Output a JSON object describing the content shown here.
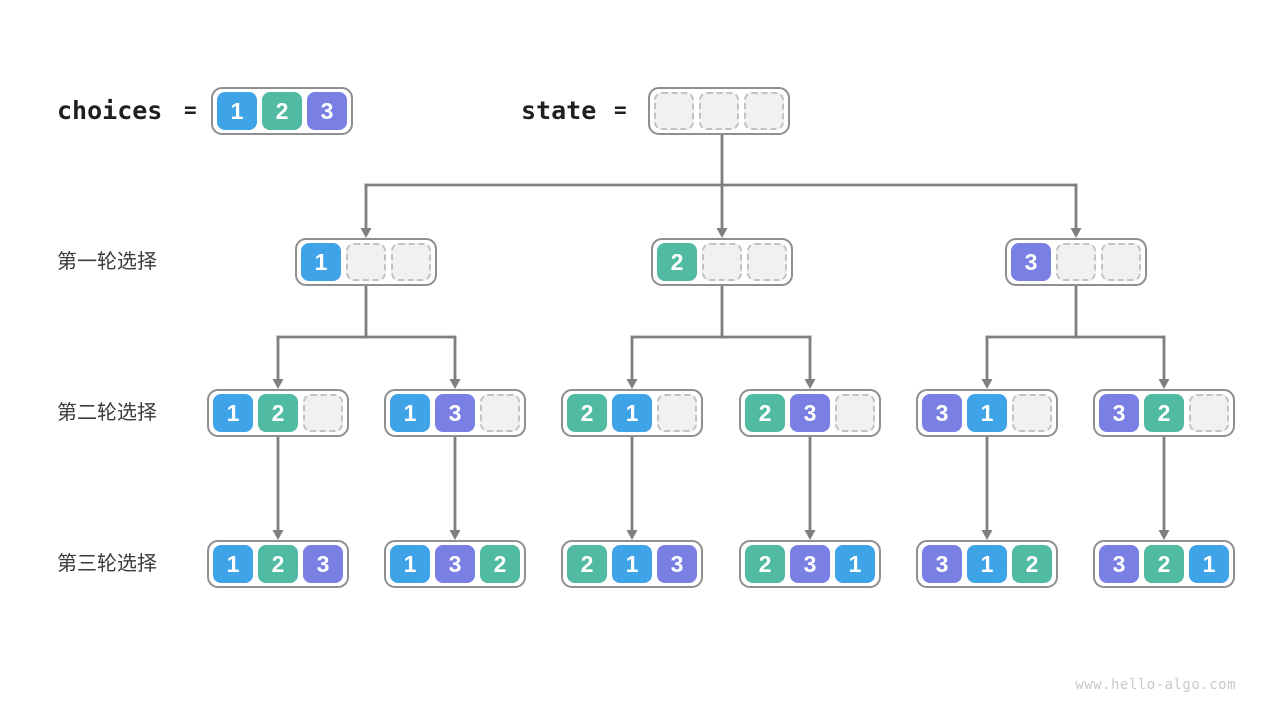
{
  "header": {
    "choices_label": "choices",
    "state_label": "state",
    "equals": "=",
    "choices_cells": [
      1,
      2,
      3
    ],
    "state_cells": [
      null,
      null,
      null
    ]
  },
  "rows": [
    {
      "label": "第一轮选择",
      "nodes": [
        [
          1,
          null,
          null
        ],
        [
          2,
          null,
          null
        ],
        [
          3,
          null,
          null
        ]
      ]
    },
    {
      "label": "第二轮选择",
      "nodes": [
        [
          1,
          2,
          null
        ],
        [
          1,
          3,
          null
        ],
        [
          2,
          1,
          null
        ],
        [
          2,
          3,
          null
        ],
        [
          3,
          1,
          null
        ],
        [
          3,
          2,
          null
        ]
      ]
    },
    {
      "label": "第三轮选择",
      "nodes": [
        [
          1,
          2,
          3
        ],
        [
          1,
          3,
          2
        ],
        [
          2,
          1,
          3
        ],
        [
          2,
          3,
          1
        ],
        [
          3,
          1,
          2
        ],
        [
          3,
          2,
          1
        ]
      ]
    }
  ],
  "colors": {
    "1": "#3FA3E8",
    "2": "#51BAA2",
    "3": "#7A80E3",
    "arrow": "#7f7f7f",
    "node_border": "#8f8f8f",
    "empty_fill": "#f1f1f1",
    "empty_border": "#c2c2c2"
  },
  "footer": {
    "watermark": "www.hello-algo.com"
  }
}
